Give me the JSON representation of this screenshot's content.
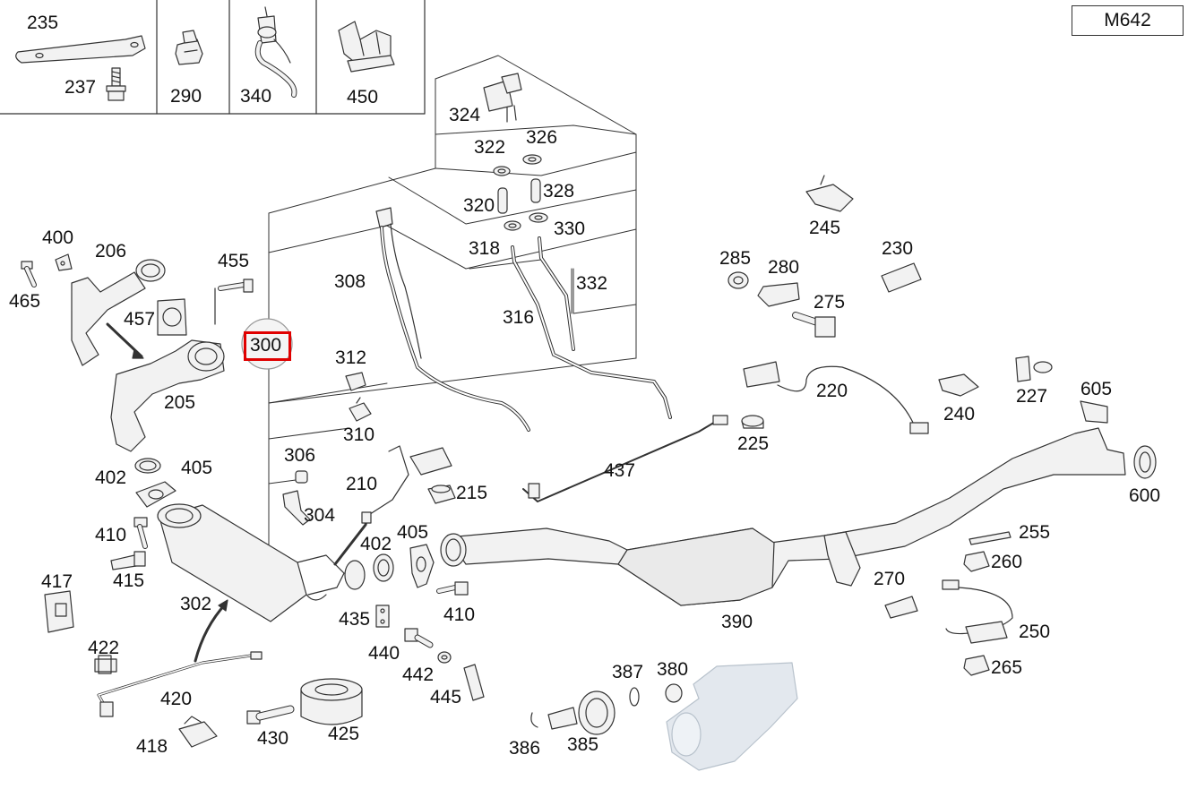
{
  "diagram": {
    "model": "M642",
    "highlighted_part": "300",
    "highlight_color": "#e00000",
    "line_color": "#333333",
    "part_fill": "#f2f2f2",
    "ghost_fill": "#e3e8ee"
  },
  "parts": {
    "235": "235",
    "237": "237",
    "290": "290",
    "340": "340",
    "450": "450",
    "324": "324",
    "322": "322",
    "326": "326",
    "320": "320",
    "328": "328",
    "318": "318",
    "330": "330",
    "308": "308",
    "316": "316",
    "332": "332",
    "300": "300",
    "312": "312",
    "310": "310",
    "306": "306",
    "304": "304",
    "210": "210",
    "215": "215",
    "400": "400",
    "206": "206",
    "465": "465",
    "455": "455",
    "457": "457",
    "205": "205",
    "402a": "402",
    "405a": "405",
    "410a": "410",
    "415": "415",
    "417": "417",
    "302": "302",
    "422": "422",
    "420": "420",
    "418": "418",
    "430": "430",
    "425": "425",
    "435": "435",
    "402b": "402",
    "405b": "405",
    "410b": "410",
    "440": "440",
    "442": "442",
    "445": "445",
    "386": "386",
    "385": "385",
    "387": "387",
    "380": "380",
    "437": "437",
    "245": "245",
    "285": "285",
    "280": "280",
    "230": "230",
    "275": "275",
    "220": "220",
    "225": "225",
    "240": "240",
    "227": "227",
    "605": "605",
    "600": "600",
    "390": "390",
    "270": "270",
    "255": "255",
    "260": "260",
    "250": "250",
    "265": "265"
  }
}
